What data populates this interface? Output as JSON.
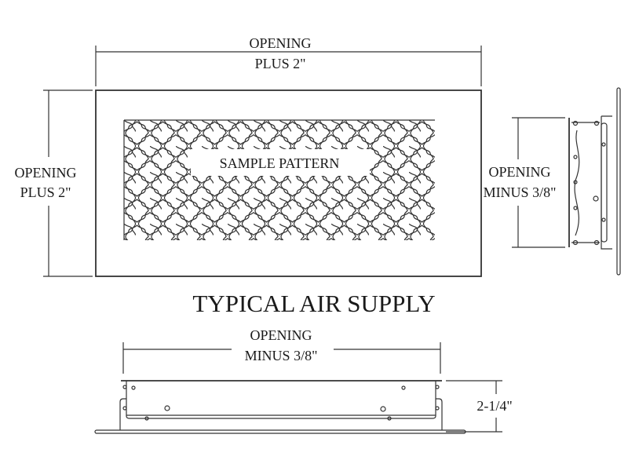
{
  "front_view": {
    "width_label": [
      "OPENING",
      "PLUS 2\""
    ],
    "height_label": [
      "OPENING",
      "PLUS 2\""
    ],
    "pattern_label": "SAMPLE PATTERN"
  },
  "side_view": {
    "height_label": [
      "OPENING",
      "MINUS 3/8\""
    ]
  },
  "title": "TYPICAL AIR SUPPLY",
  "bottom_view": {
    "width_label": [
      "OPENING",
      "MINUS 3/8\""
    ],
    "depth_label": "2-1/4\""
  },
  "colors": {
    "line": "#333333",
    "text": "#1a1a1a"
  }
}
